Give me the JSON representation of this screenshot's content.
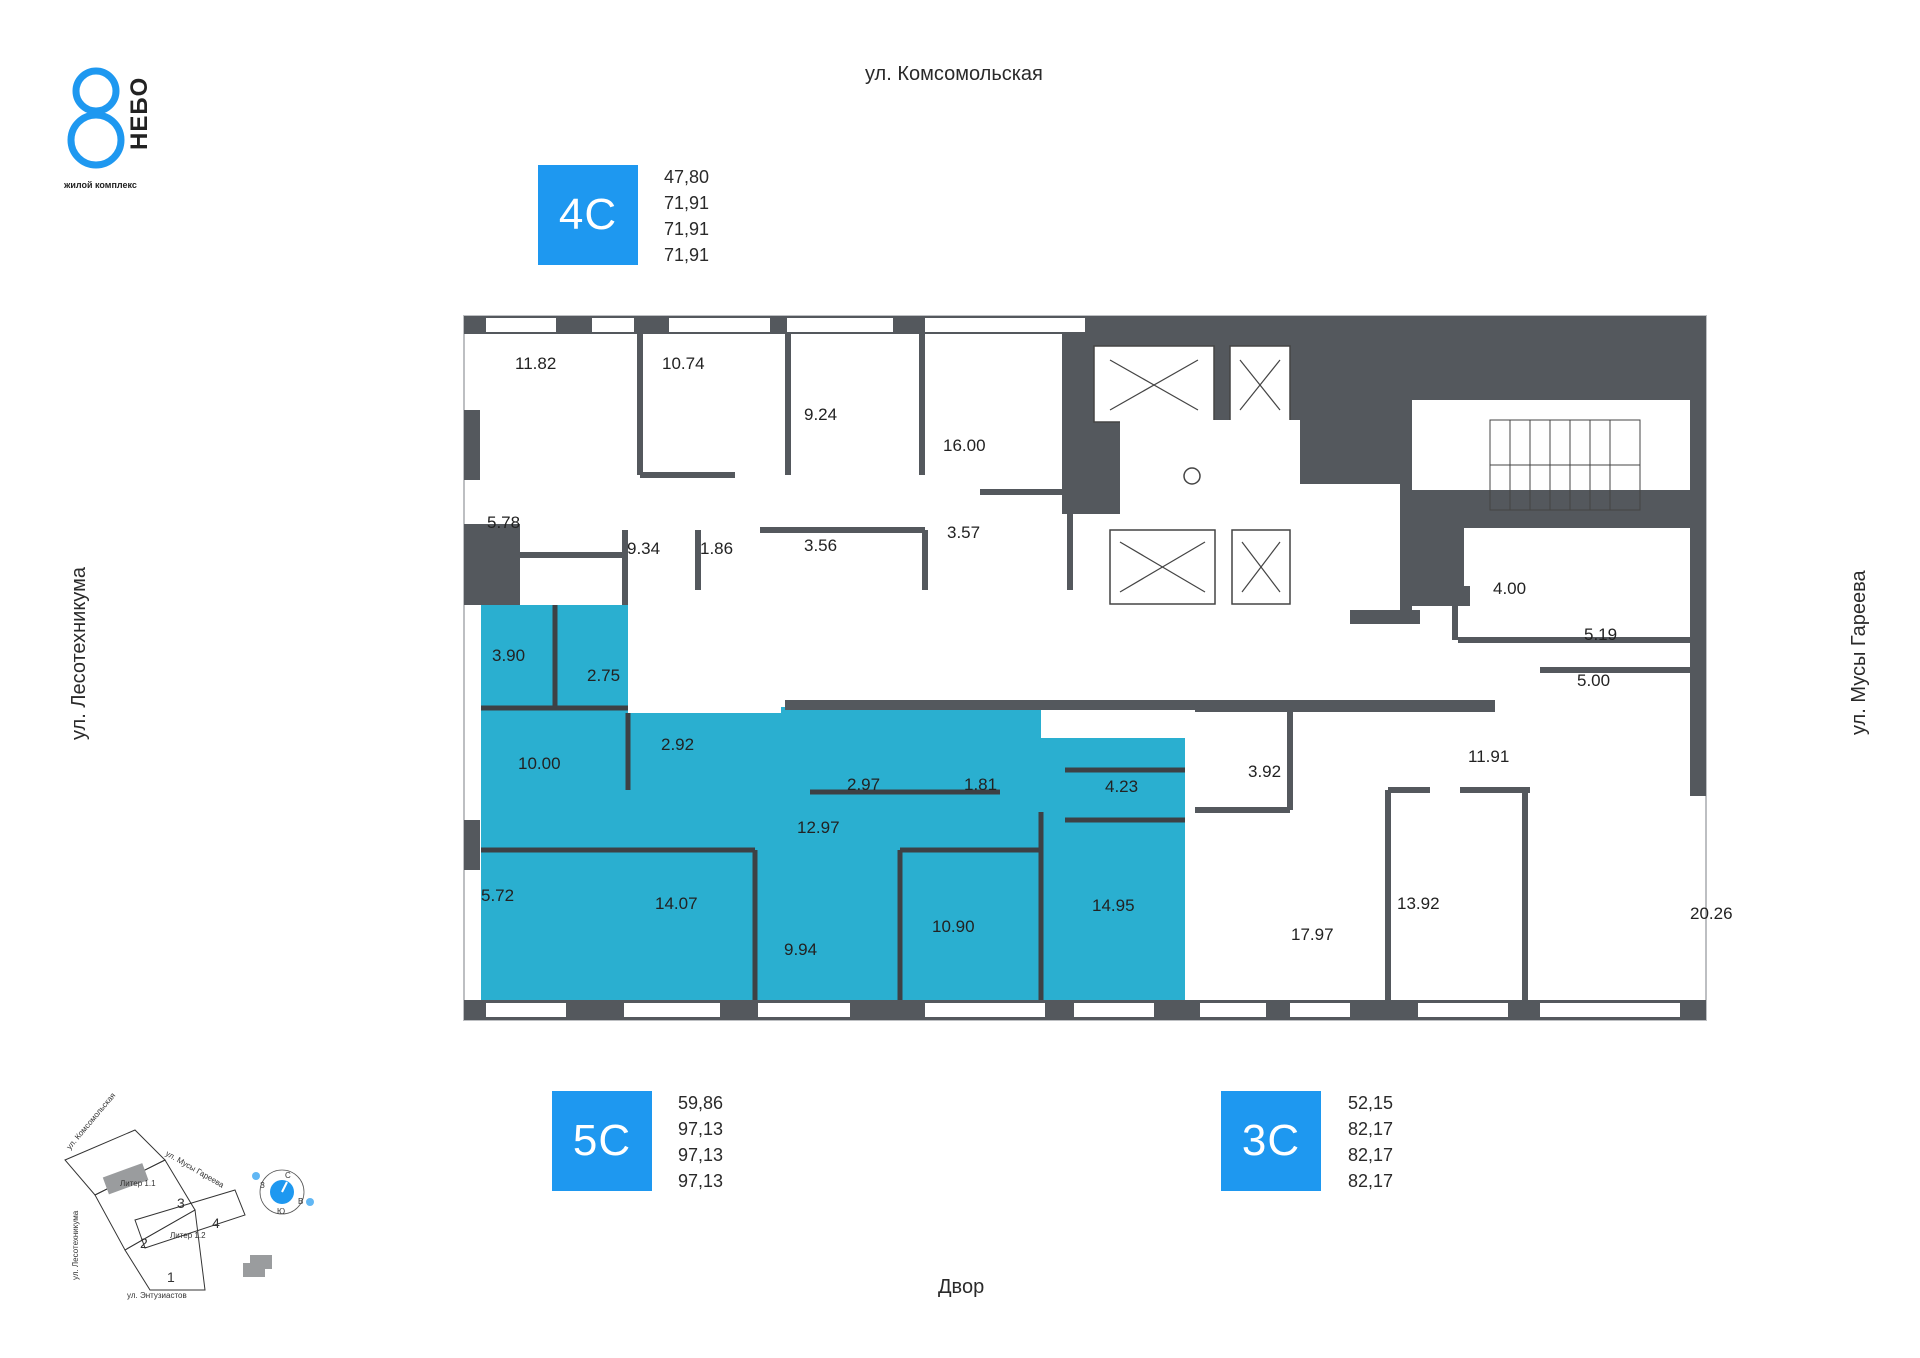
{
  "logo": {
    "digit": "8",
    "name": "НЕБО",
    "subtitle": "жилой комплекс"
  },
  "streets": {
    "top": "ул. Комсомольская",
    "left": "ул. Лесотехникума",
    "right": "ул. Мусы Гареева",
    "bottom": "Двор"
  },
  "apartments": [
    {
      "type": "4С",
      "areas": [
        "47,80",
        "71,91",
        "71,91",
        "71,91"
      ],
      "color": "#1e98f0"
    },
    {
      "type": "5С",
      "areas": [
        "59,86",
        "97,13",
        "97,13",
        "97,13"
      ],
      "color": "#1e98f0"
    },
    {
      "type": "3С",
      "areas": [
        "52,15",
        "82,17",
        "82,17",
        "82,17"
      ],
      "color": "#1e98f0"
    }
  ],
  "highlight_color": "#2aafd0",
  "wall_color": "#54585d",
  "rooms": [
    {
      "area": "11.82"
    },
    {
      "area": "10.74"
    },
    {
      "area": "9.24"
    },
    {
      "area": "16.00"
    },
    {
      "area": "5.78"
    },
    {
      "area": "9.34"
    },
    {
      "area": "1.86"
    },
    {
      "area": "3.56"
    },
    {
      "area": "3.57"
    },
    {
      "area": "4.00"
    },
    {
      "area": "5.19"
    },
    {
      "area": "5.00"
    },
    {
      "area": "3.90"
    },
    {
      "area": "2.75"
    },
    {
      "area": "10.00"
    },
    {
      "area": "2.92"
    },
    {
      "area": "2.97"
    },
    {
      "area": "1.81"
    },
    {
      "area": "4.23"
    },
    {
      "area": "12.97"
    },
    {
      "area": "5.72"
    },
    {
      "area": "14.07"
    },
    {
      "area": "9.94"
    },
    {
      "area": "10.90"
    },
    {
      "area": "14.95"
    },
    {
      "area": "3.92"
    },
    {
      "area": "11.91"
    },
    {
      "area": "20.26"
    },
    {
      "area": "17.97"
    },
    {
      "area": "13.92"
    }
  ],
  "site_map": {
    "streets": [
      "ул. Комсомольская",
      "ул. Мусы Гареева",
      "ул. Лесотехникума",
      "ул. Энтузиастов"
    ],
    "buildings": [
      "Литер 1.1",
      "Литер 1.2"
    ],
    "sections": [
      "1",
      "2",
      "3",
      "4"
    ],
    "compass": [
      "С",
      "В",
      "Ю",
      "З"
    ]
  }
}
